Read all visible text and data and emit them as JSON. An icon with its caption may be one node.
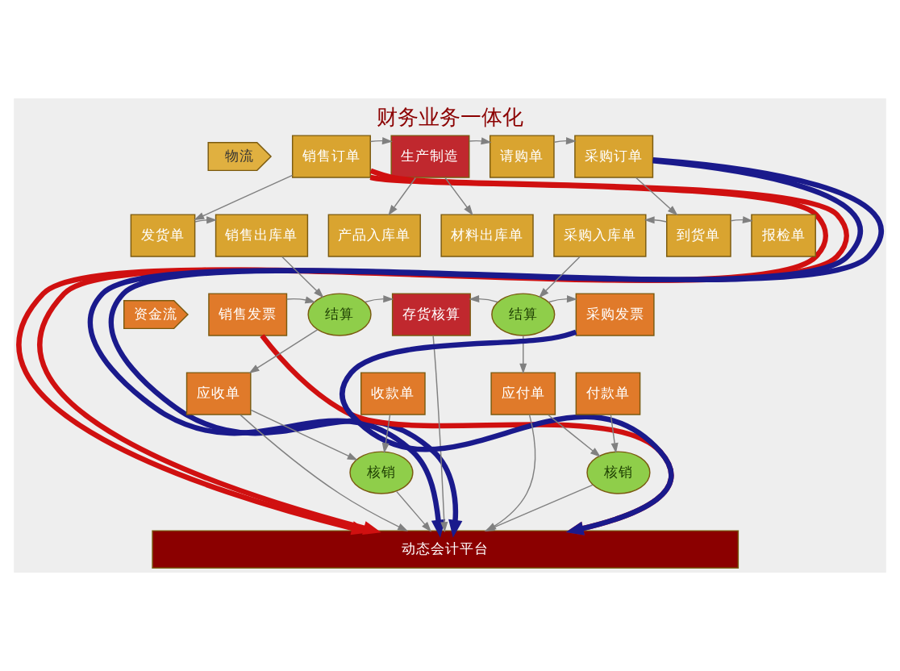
{
  "diagram": {
    "title": "财务业务一体化",
    "nodes": [
      {
        "text": [
          "物流"
        ]
      },
      {
        "text": [
          "销售订单"
        ]
      },
      {
        "text": [
          "生产制造"
        ]
      },
      {
        "text": [
          "请购单"
        ]
      },
      {
        "text": [
          "采购订单"
        ]
      },
      {
        "text": [
          "发货单"
        ]
      },
      {
        "text": [
          "销售出库单"
        ]
      },
      {
        "text": [
          "产品入库单"
        ]
      },
      {
        "text": [
          "材料出库单"
        ]
      },
      {
        "text": [
          "采购入库单"
        ]
      },
      {
        "text": [
          "到货单"
        ]
      },
      {
        "text": [
          "报检单"
        ]
      },
      {
        "text": [
          "资金流"
        ]
      },
      {
        "text": [
          "销售发票"
        ]
      },
      {
        "text": [
          "结算"
        ]
      },
      {
        "text": [
          "存货核算"
        ]
      },
      {
        "text": [
          "结算"
        ]
      },
      {
        "text": [
          "采购发票"
        ]
      },
      {
        "text": [
          "收款单"
        ]
      },
      {
        "text": [
          "应收单"
        ]
      },
      {
        "text": [
          "应付单"
        ]
      },
      {
        "text": [
          "付款单"
        ]
      },
      {
        "text": [
          "核销"
        ]
      },
      {
        "text": [
          "核销"
        ]
      },
      {
        "text": [
          "动态会计平台"
        ]
      }
    ],
    "edges": [
      {
        "from": 1,
        "to": 2,
        "arrow": "to"
      },
      {
        "from": 2,
        "to": 3,
        "arrow": "to"
      },
      {
        "from": 3,
        "to": 4,
        "arrow": "to"
      },
      {
        "from": 1,
        "to": 5,
        "arrow": "to"
      },
      {
        "from": 5,
        "to": 6,
        "arrow": "to"
      },
      {
        "from": 2,
        "to": 7,
        "arrow": "to"
      },
      {
        "from": 2,
        "to": 8,
        "arrow": "to"
      },
      {
        "from": 4,
        "to": 10,
        "arrow": "to"
      },
      {
        "from": 10,
        "to": 9,
        "arrow": "to"
      },
      {
        "from": 10,
        "to": 11,
        "arrow": "to"
      },
      {
        "from": 6,
        "to": 14,
        "arrow": "to"
      },
      {
        "from": 13,
        "to": 14,
        "arrow": "to"
      },
      {
        "from": 14,
        "to": 15,
        "arrow": "to"
      },
      {
        "from": 14,
        "to": 19,
        "arrow": "to"
      },
      {
        "from": 9,
        "to": 16,
        "arrow": "to"
      },
      {
        "from": 16,
        "to": 15,
        "arrow": "to"
      },
      {
        "from": 16,
        "to": 17,
        "arrow": "to"
      },
      {
        "from": 16,
        "to": 20,
        "arrow": "to"
      },
      {
        "from": 18,
        "to": 22,
        "arrow": "to"
      },
      {
        "from": 19,
        "to": 22,
        "arrow": "to"
      },
      {
        "from": 22,
        "to": 24,
        "arrow": "to"
      },
      {
        "from": 19,
        "to": 24,
        "arrow": "to"
      },
      {
        "from": 15,
        "to": 24,
        "arrow": "to"
      },
      {
        "from": 20,
        "to": 23,
        "arrow": "to"
      },
      {
        "from": 21,
        "to": 23,
        "arrow": "to"
      },
      {
        "from": 20,
        "to": 24,
        "arrow": "to"
      },
      {
        "from": 23,
        "to": 24,
        "arrow": "to"
      },
      {
        "from": 1,
        "to": 24,
        "arrow": "to",
        "style": "thick",
        "color": "#d01010"
      },
      {
        "from": 1,
        "to": 24,
        "arrow": "to",
        "style": "thick",
        "color": "#d01010"
      },
      {
        "from": 13,
        "to": 24,
        "arrow": "to",
        "style": "thick",
        "color": "#d01010"
      },
      {
        "from": 4,
        "to": 24,
        "arrow": "to",
        "style": "thick",
        "color": "#1a1a8c"
      },
      {
        "from": 4,
        "to": 24,
        "arrow": "to",
        "style": "thick",
        "color": "#1a1a8c"
      },
      {
        "from": 17,
        "to": 24,
        "arrow": "to",
        "style": "thick",
        "color": "#1a1a8c"
      }
    ]
  }
}
